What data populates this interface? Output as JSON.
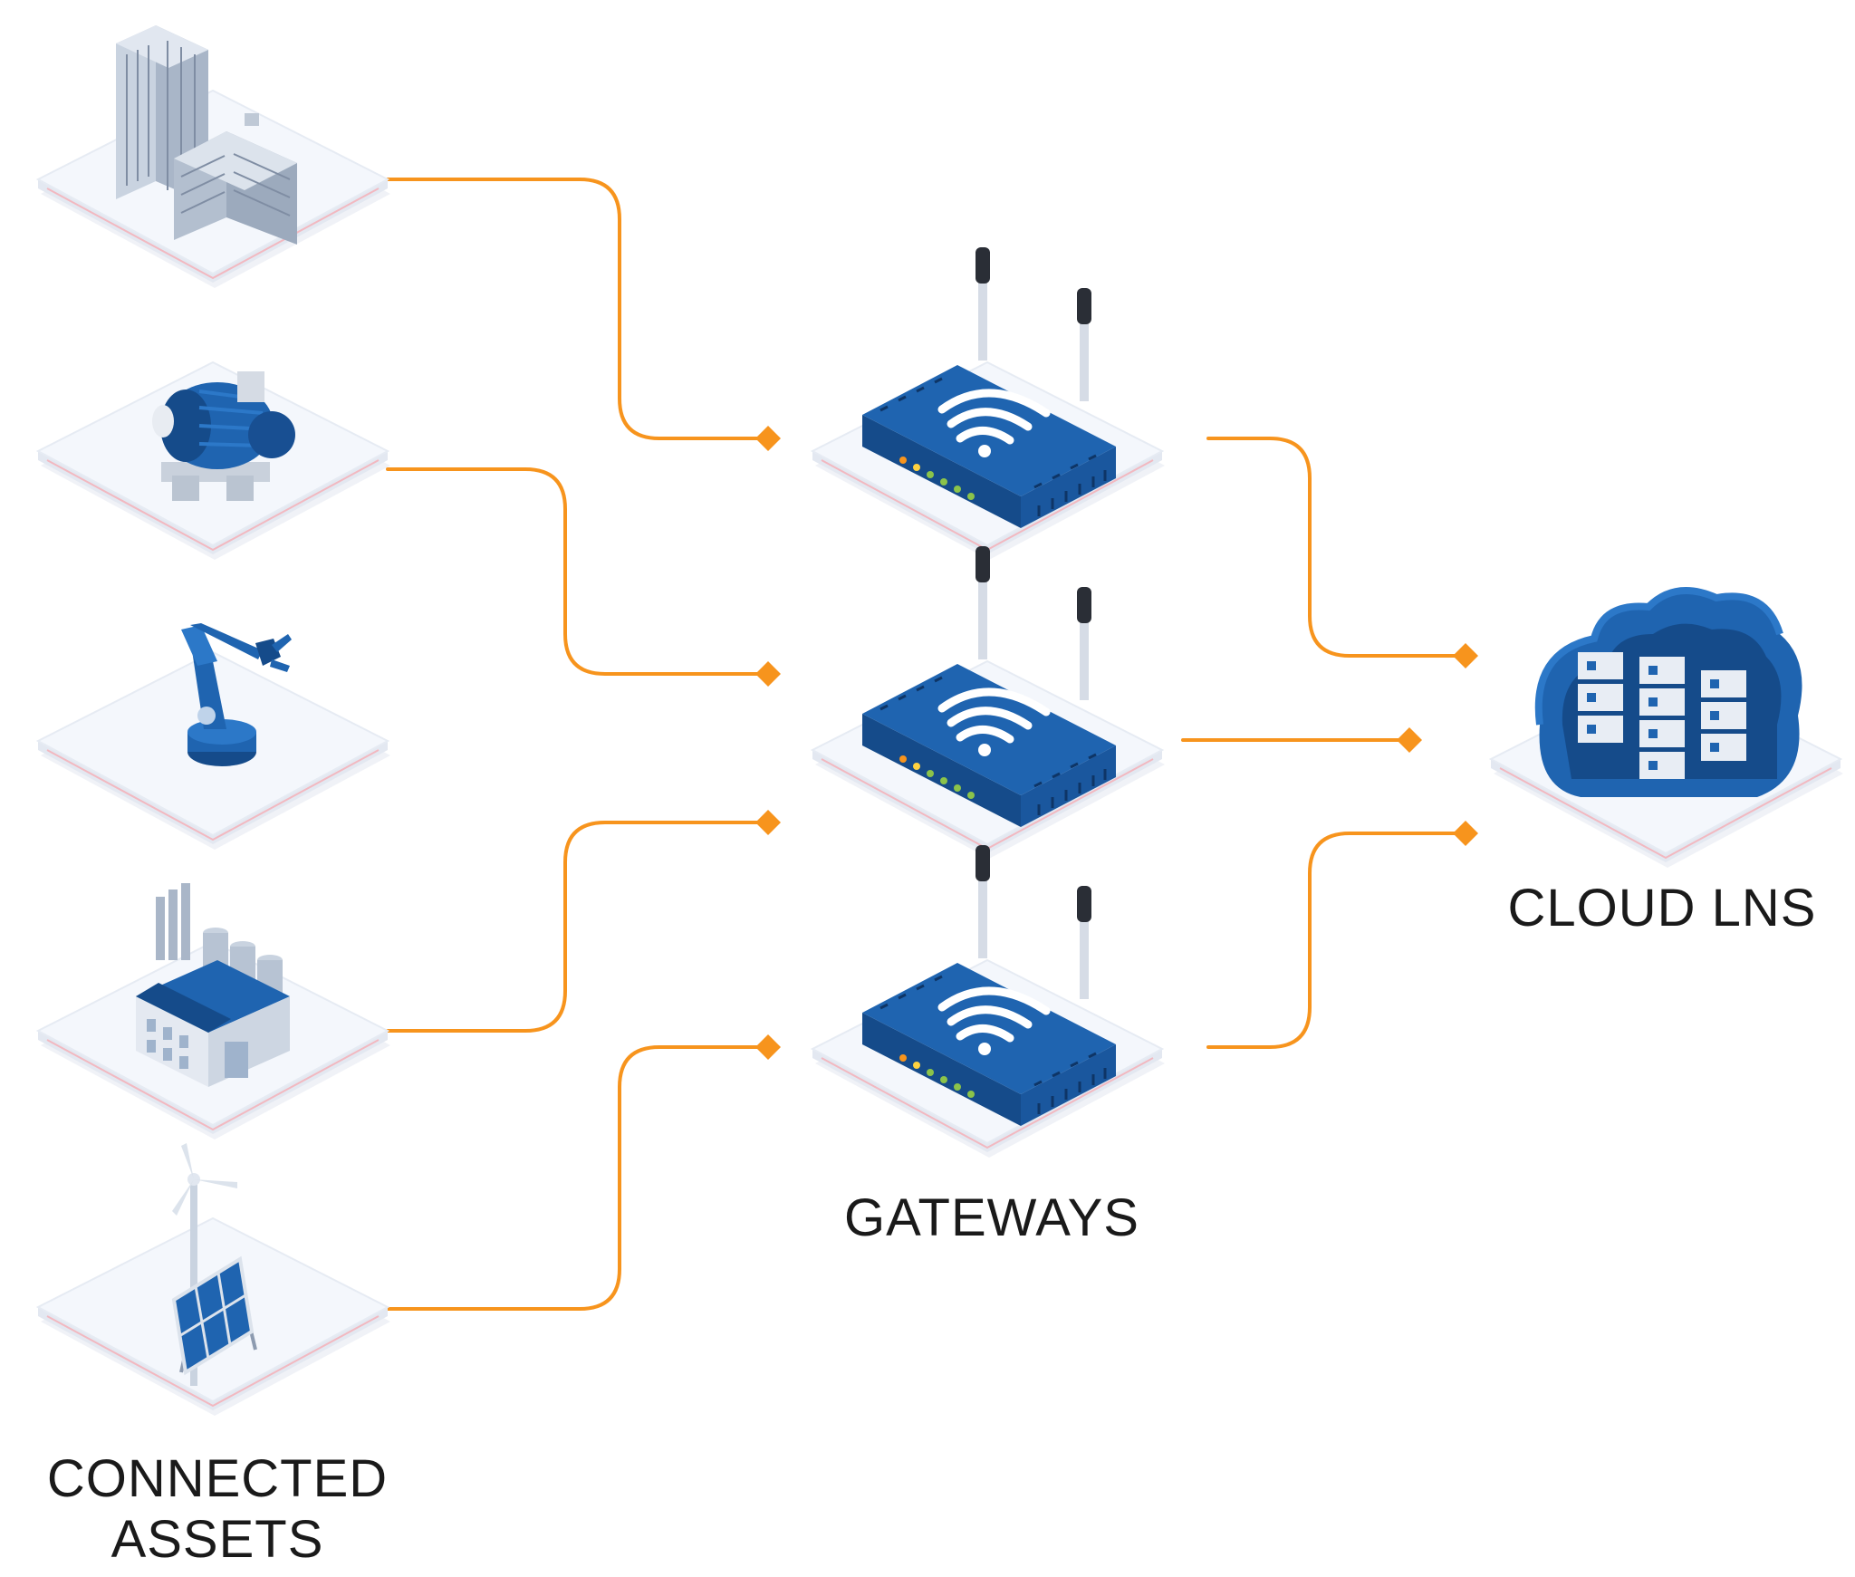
{
  "labels": {
    "connected_assets_line1": "CONNECTED",
    "connected_assets_line2": "ASSETS",
    "gateways": "GATEWAYS",
    "cloud_lns": "CLOUD LNS"
  },
  "assets": [
    {
      "icon": "office-buildings-icon"
    },
    {
      "icon": "electric-motor-icon"
    },
    {
      "icon": "robotic-arm-icon"
    },
    {
      "icon": "factory-icon"
    },
    {
      "icon": "wind-solar-icon"
    }
  ],
  "gateways": [
    {
      "icon": "wifi-router-icon"
    },
    {
      "icon": "wifi-router-icon"
    },
    {
      "icon": "wifi-router-icon"
    }
  ],
  "cloud": {
    "icon": "cloud-server-icon"
  },
  "connections": [
    {
      "from": "asset-1",
      "to": "gateway-1"
    },
    {
      "from": "asset-2",
      "to": "gateway-2"
    },
    {
      "from": "asset-4",
      "to": "gateway-2"
    },
    {
      "from": "asset-5",
      "to": "gateway-3"
    },
    {
      "from": "gateway-1",
      "to": "cloud"
    },
    {
      "from": "gateway-2",
      "to": "cloud"
    },
    {
      "from": "gateway-3",
      "to": "cloud"
    }
  ],
  "colors": {
    "connector": "#F7941D",
    "device_blue": "#1F64B0",
    "device_blue_dark": "#154B8A",
    "platform_top": "#F3F6FB",
    "platform_edge": "#E4E9F2",
    "platform_accent": "#F2B8C0"
  }
}
